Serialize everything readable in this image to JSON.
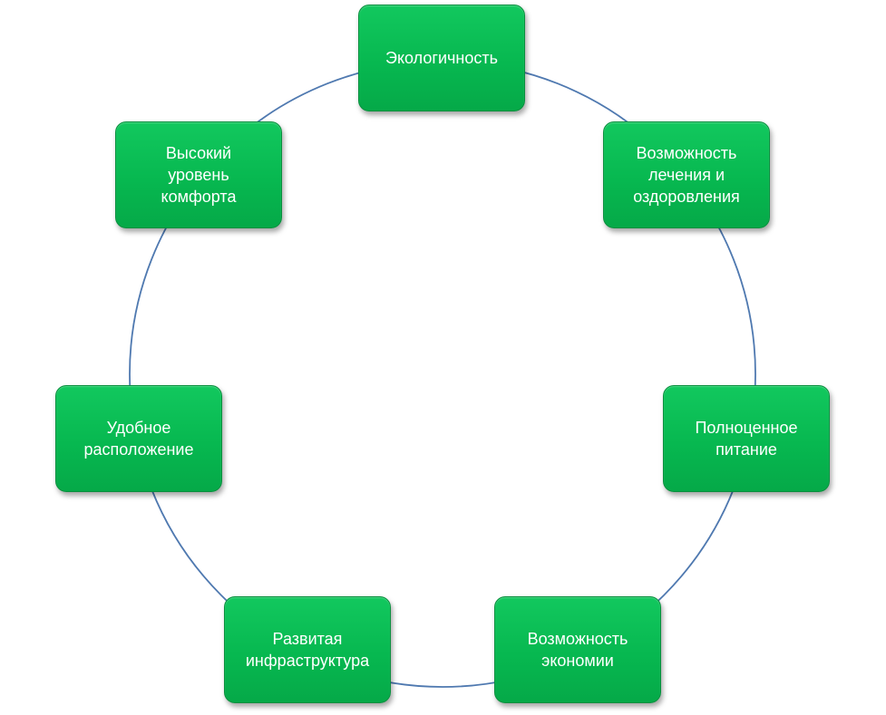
{
  "diagram": {
    "type": "cycle",
    "connector_color": "#4f79b0",
    "node_color": "#07b850",
    "text_color": "#ffffff",
    "nodes": [
      {
        "label": "Экологичность"
      },
      {
        "label": "Возможность\nлечения и\nоздоровления"
      },
      {
        "label": "Полноценное\nпитание"
      },
      {
        "label": "Возможность\nэкономии"
      },
      {
        "label": "Развитая\nинфраструктура"
      },
      {
        "label": "Удобное\nрасположение"
      },
      {
        "label": "Высокий\nуровень\nкомфорта"
      }
    ]
  }
}
